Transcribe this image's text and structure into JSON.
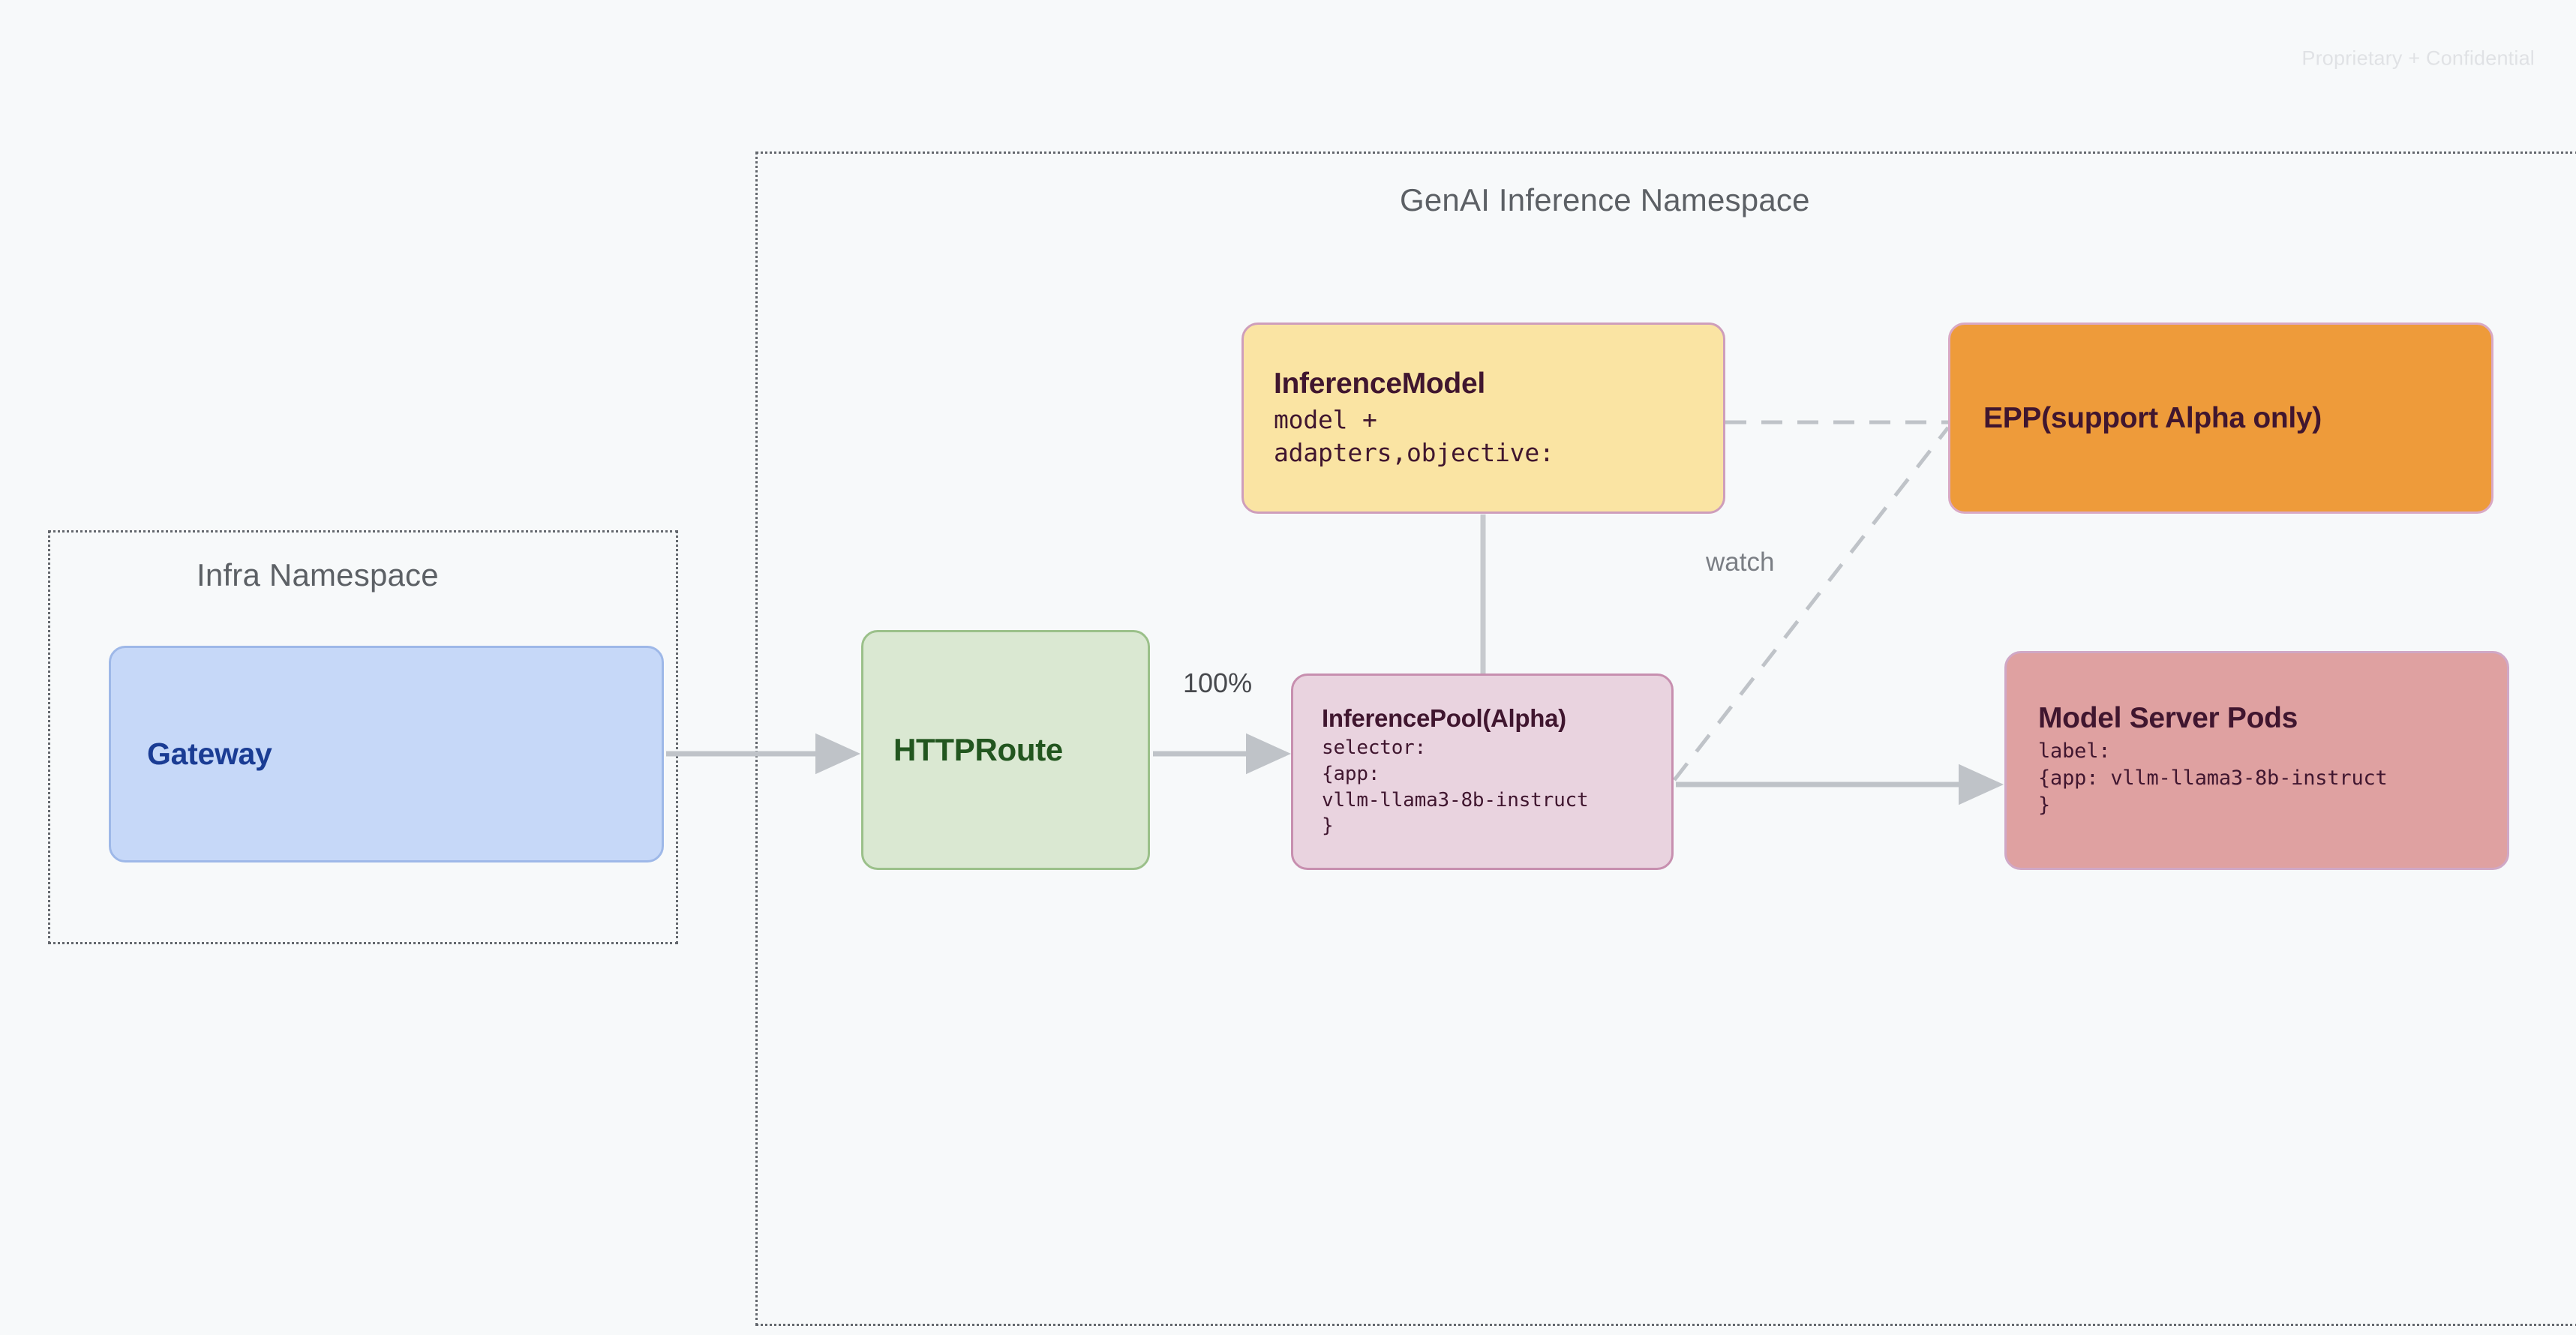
{
  "watermark": "Proprietary + Confidential",
  "namespaces": [
    {
      "id": "infra",
      "title": "Infra Namespace"
    },
    {
      "id": "genai",
      "title": "GenAI Inference Namespace"
    }
  ],
  "nodes": {
    "gateway": {
      "title": "Gateway"
    },
    "httproute": {
      "title": "HTTPRoute"
    },
    "inferencemodel": {
      "title": "InferenceModel",
      "meta": "model +\nadapters,objective:"
    },
    "inferencepool": {
      "title": "InferencePool(Alpha)",
      "meta": "selector:\n{app:\nvllm-llama3-8b-instruct\n}"
    },
    "epp": {
      "title": "EPP(support Alpha only)"
    },
    "modelserverpods": {
      "title": "Model Server Pods",
      "meta": "label:\n{app: vllm-llama3-8b-instruct\n}"
    }
  },
  "edges": {
    "gateway_to_httproute": {
      "label": "",
      "style": "solid",
      "arrow": true
    },
    "httproute_to_inferencepool": {
      "label": "100%",
      "style": "solid",
      "arrow": true
    },
    "inferencemodel_to_inferencepool": {
      "label": "",
      "style": "solid",
      "arrow": false
    },
    "inferencemodel_to_epp": {
      "label": "",
      "style": "dashed",
      "arrow": false
    },
    "inferencepool_to_epp": {
      "label": "watch",
      "style": "dashed",
      "arrow": false
    },
    "inferencepool_to_modelserverpods": {
      "label": "",
      "style": "solid",
      "arrow": true
    }
  },
  "colors": {
    "background": "#F7F9FA",
    "gateway_fill": "#C6D8F8",
    "gateway_text": "#1A3C94",
    "httproute_fill": "#DAE8D2",
    "httproute_text": "#22561F",
    "inferencemodel_fill": "#FAE4A3",
    "inferencepool_fill": "#E9D3DF",
    "epp_fill": "#EE9B3A",
    "modelserverpods_fill": "#DFA1A1",
    "node_text_dark": "#40162F",
    "edge_stroke": "#BFC3C8",
    "namespace_border": "#64686E"
  }
}
